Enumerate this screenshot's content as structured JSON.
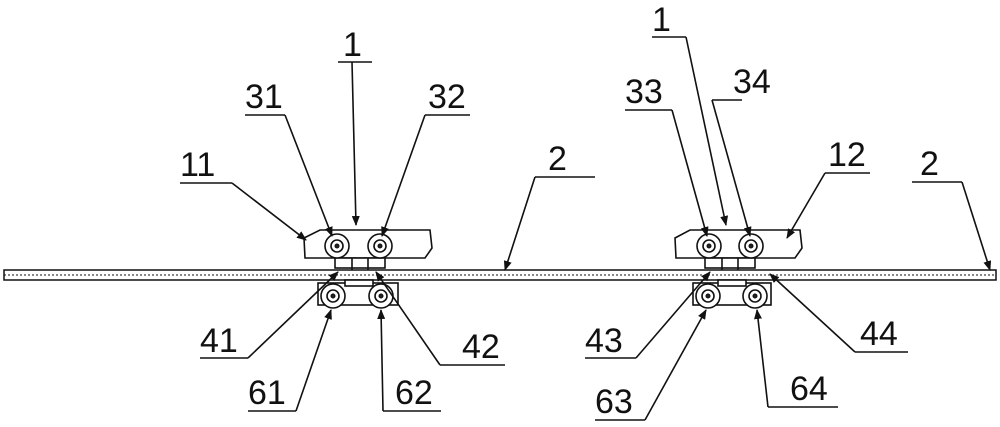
{
  "labels": {
    "l1a": "1",
    "l1b": "1",
    "l2a": "2",
    "l2b": "2",
    "l11": "11",
    "l12": "12",
    "l31": "31",
    "l32": "32",
    "l33": "33",
    "l34": "34",
    "l41": "41",
    "l42": "42",
    "l43": "43",
    "l44": "44",
    "l61": "61",
    "l62": "62",
    "l63": "63",
    "l64": "64"
  }
}
